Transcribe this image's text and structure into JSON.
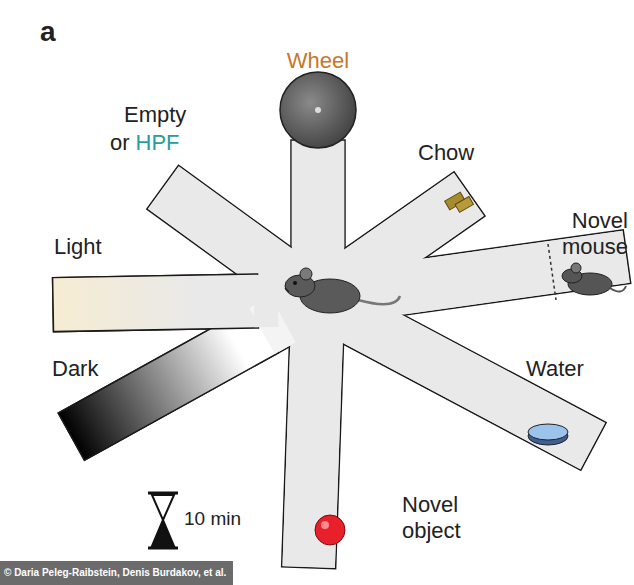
{
  "diagram": {
    "labels": [
      "a",
      "Wheel",
      "Empty",
      "or",
      "HPF",
      "Chow",
      "Novel mouse",
      "Light",
      "Dark",
      "Water",
      "Novel object",
      "10 min",
      "© Daria Peleg-Raibstein, Denis Burdakov, et al."
    ]
  }
}
